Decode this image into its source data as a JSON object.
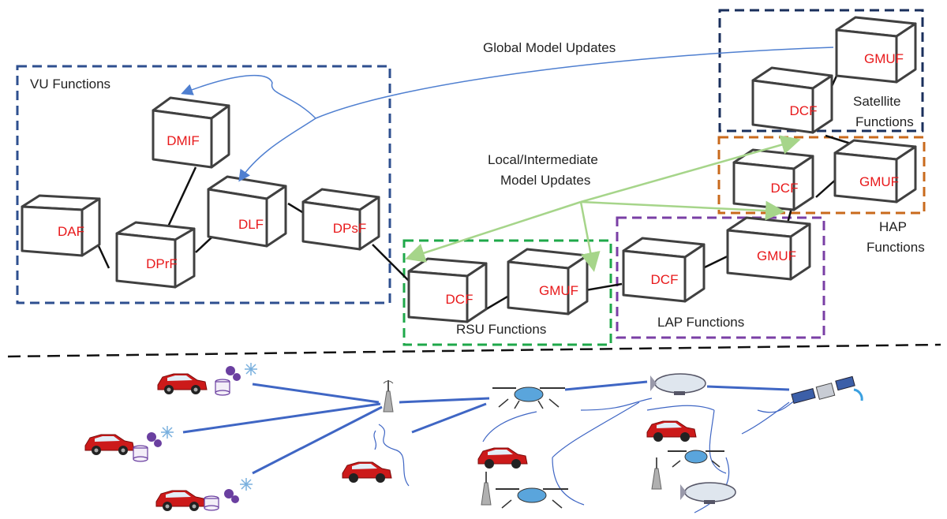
{
  "groups": {
    "vu": {
      "label": "VU Functions",
      "color": "#2e4f8f"
    },
    "rsu": {
      "label": "RSU Functions",
      "color": "#1fa84a"
    },
    "lap": {
      "label": "LAP Functions",
      "color": "#7a3fa5"
    },
    "hap": {
      "label_line1": "HAP",
      "label_line2": "Functions",
      "color": "#c96a1c"
    },
    "satellite": {
      "label_line1": "Satellite",
      "label_line2": "Functions",
      "color": "#1a2f5c"
    }
  },
  "boxes": {
    "dmif": "DMIF",
    "daf": "DAF",
    "dprf": "DPrF",
    "dlf": "DLF",
    "dpsf": "DPsF",
    "rsu_dcf": "DCF",
    "rsu_gmuf": "GMUF",
    "lap_dcf": "DCF",
    "lap_gmuf": "GMUF",
    "hap_dcf": "DCF",
    "hap_gmuf": "GMUF",
    "sat_dcf": "DCF",
    "sat_gmuf": "GMUF"
  },
  "updates": {
    "global": "Global Model Updates",
    "local_line1": "Local/Intermediate",
    "local_line2": "Model Updates"
  },
  "colors": {
    "global_arrow": "#4f7fd0",
    "local_arrow": "#a6d58a",
    "network_link": "#3f66c4",
    "box_text": "#e8191b",
    "car_body": "#cc1a1a",
    "drone_body": "#5aa5dc"
  },
  "icons": [
    "car-icon",
    "gear-icon",
    "snowflake-icon",
    "database-icon",
    "antenna-tower-icon",
    "drone-icon",
    "airship-icon",
    "satellite-icon"
  ]
}
